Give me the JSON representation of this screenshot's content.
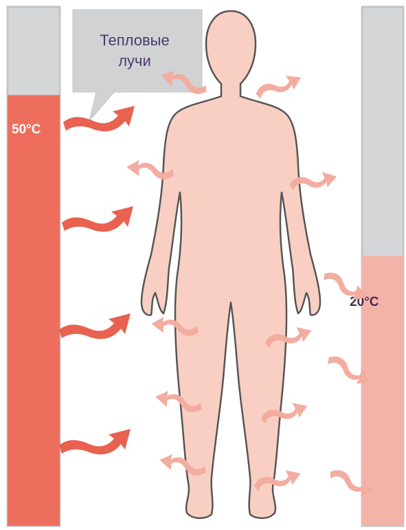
{
  "callout": {
    "line1": "Тепловые",
    "line2": "лучи"
  },
  "left_column": {
    "temperature_label": "50°C",
    "fill_level": 0.83
  },
  "right_column": {
    "temperature_label": "20°C",
    "fill_level": 0.52
  },
  "colors": {
    "column_empty": "#d4d6d8",
    "column_outline": "#c3c5c7",
    "hot_fill": "#ee6e5e",
    "warm_fill": "#f4b3a8",
    "hot_arrow": "#e9614f",
    "body_skin": "#f9cfc3",
    "body_outline": "#555555",
    "emitted_arrow": "#f3aca0",
    "callout_bg": "#d0d2d4",
    "callout_text": "#4b3a6b",
    "right_label_text": "#4b2a4b",
    "left_label_text": "#ffffff"
  },
  "icons": {
    "incoming_heat": "wavy-arrow-right",
    "outgoing_heat": "wavy-arrow-outward",
    "person": "human-silhouette"
  }
}
